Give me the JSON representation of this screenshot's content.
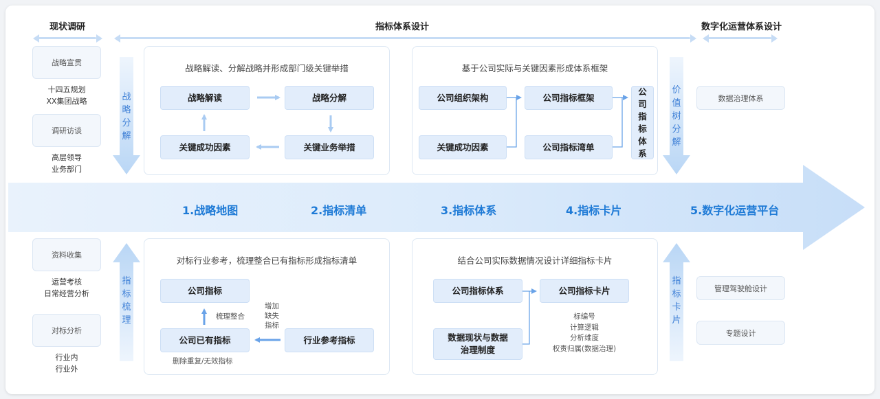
{
  "headers": {
    "current_research": "现状调研",
    "indicator_design": "指标体系设计",
    "digital_ops_design": "数字化运营体系设计"
  },
  "left_column": {
    "top": [
      {
        "box": "战略宣贯",
        "lines": [
          "十四五规划",
          "XX集团战略"
        ]
      },
      {
        "box": "调研访谈",
        "lines": [
          "高层领导",
          "业务部门"
        ]
      }
    ],
    "bottom": [
      {
        "box": "资料收集",
        "lines": [
          "运营考核",
          "日常经营分析"
        ]
      },
      {
        "box": "对标分析",
        "lines": [
          "行业内",
          "行业外"
        ]
      }
    ]
  },
  "vertical_labels": {
    "strategy_decompose": "战略分解",
    "indicator_sort": "指标梳理",
    "value_tree": "价值树分解",
    "indicator_card": "指标卡片"
  },
  "panel_tl": {
    "title": "战略解读、分解战略并形成部门级关键举措",
    "box1": "战略解读",
    "box2": "战略分解",
    "box3": "关键成功因素",
    "box4": "关键业务举措"
  },
  "panel_tr": {
    "title": "基于公司实际与关键因素形成体系框架",
    "box1": "公司组织架构",
    "box2": "关键成功因素",
    "box3": "公司指标框架",
    "box4": "公司指标湾单",
    "box5": "公司指标体系"
  },
  "panel_bl": {
    "title": "对标行业参考，梳理整合已有指标形成指标清单",
    "box1": "公司指标",
    "box2": "公司已有指标",
    "box3": "行业参考指标",
    "note_integrate": "梳理整合",
    "note_add": "增加缺失指标",
    "note_remove": "删除重复/无效指标"
  },
  "panel_br": {
    "title": "结合公司实际数据情况设计详细指标卡片",
    "box1": "公司指标体系",
    "box2": "公司指标卡片",
    "box3": "数据现状与数据治理制度",
    "card_details": [
      "标编号",
      "计算逻辑",
      "分析维度",
      "权责归属(数据治理)"
    ]
  },
  "right_column": {
    "top": [
      "数据治理体系"
    ],
    "bottom": [
      "管理驾驶舱设计",
      "专题设计"
    ]
  },
  "steps": [
    "1.战略地图",
    "2.指标清单",
    "3.指标体系",
    "4.指标卡片",
    "5.数字化运营平台"
  ],
  "colors": {
    "accent_text": "#1e7ad6",
    "box_fill": "#e2edfb",
    "arrow": "#6aa3e8",
    "band": "#cfe2f8"
  }
}
